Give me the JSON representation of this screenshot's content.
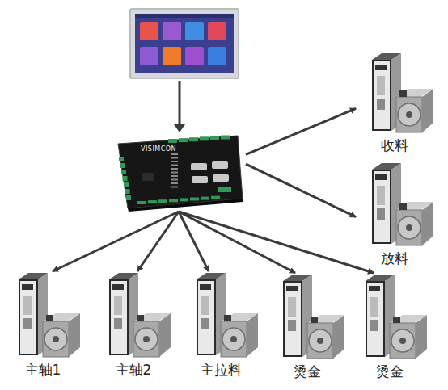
{
  "diagram": {
    "nodes": [
      {
        "text": [
          "VISIMCON"
        ]
      },
      {
        "text": [
          "收料"
        ]
      },
      {
        "text": [
          "放料"
        ]
      },
      {
        "text": [
          "主轴1"
        ]
      },
      {
        "text": [
          "主轴2"
        ]
      },
      {
        "text": [
          "主拉料"
        ]
      },
      {
        "text": [
          "烫金"
        ]
      },
      {
        "text": [
          "烫金"
        ]
      }
    ],
    "edges": [
      {
        "from": 0,
        "to": 1,
        "arrow": "to"
      },
      {
        "from": 0,
        "to": 2,
        "arrow": "to"
      },
      {
        "from": 0,
        "to": 3,
        "arrow": "to"
      },
      {
        "from": 0,
        "to": 4,
        "arrow": "to"
      },
      {
        "from": 0,
        "to": 5,
        "arrow": "to"
      },
      {
        "from": 0,
        "to": 6,
        "arrow": "to"
      },
      {
        "from": 0,
        "to": 7,
        "arrow": "to"
      }
    ]
  }
}
